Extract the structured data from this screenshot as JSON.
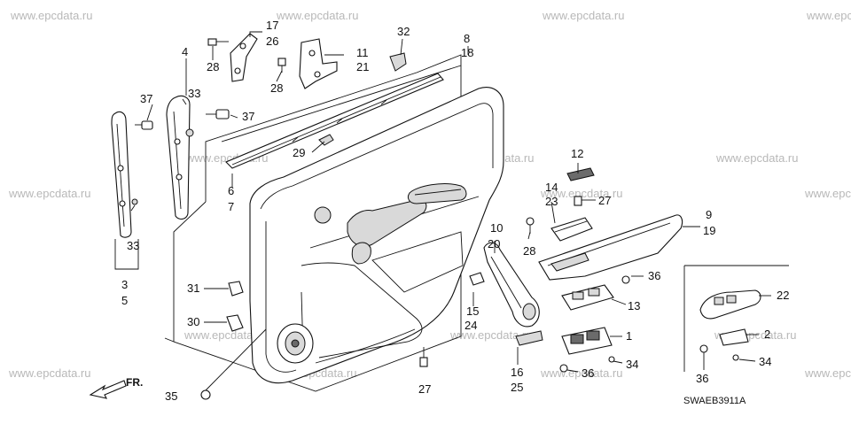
{
  "watermark": "www.epcdata.ru",
  "diagram_code": "SWAEB3911A",
  "direction_label": "FR.",
  "callouts": [
    {
      "id": "c1",
      "lines": [
        "17",
        "26"
      ]
    },
    {
      "id": "c2",
      "lines": [
        "28"
      ]
    },
    {
      "id": "c3",
      "lines": [
        "4"
      ]
    },
    {
      "id": "c4",
      "lines": [
        "33"
      ]
    },
    {
      "id": "c5",
      "lines": [
        "37"
      ]
    },
    {
      "id": "c6",
      "lines": [
        "37"
      ]
    },
    {
      "id": "c7",
      "lines": [
        "28"
      ]
    },
    {
      "id": "c8",
      "lines": [
        "11",
        "21"
      ]
    },
    {
      "id": "c9",
      "lines": [
        "32"
      ]
    },
    {
      "id": "c10",
      "lines": [
        "8",
        "18"
      ]
    },
    {
      "id": "c11",
      "lines": [
        "29"
      ]
    },
    {
      "id": "c12",
      "lines": [
        "6",
        "7"
      ]
    },
    {
      "id": "c13",
      "lines": [
        "33"
      ]
    },
    {
      "id": "c14",
      "lines": [
        "3",
        "5"
      ]
    },
    {
      "id": "c15",
      "lines": [
        "31"
      ]
    },
    {
      "id": "c16",
      "lines": [
        "30"
      ]
    },
    {
      "id": "c17",
      "lines": [
        "35"
      ]
    },
    {
      "id": "c18",
      "lines": [
        "27"
      ]
    },
    {
      "id": "c19",
      "lines": [
        "10",
        "20"
      ]
    },
    {
      "id": "c20",
      "lines": [
        "15",
        "24"
      ]
    },
    {
      "id": "c21",
      "lines": [
        "16",
        "25"
      ]
    },
    {
      "id": "c22",
      "lines": [
        "12"
      ]
    },
    {
      "id": "c23",
      "lines": [
        "14",
        "23"
      ]
    },
    {
      "id": "c24",
      "lines": [
        "27"
      ]
    },
    {
      "id": "c25",
      "lines": [
        "28"
      ]
    },
    {
      "id": "c26",
      "lines": [
        "9",
        "19"
      ]
    },
    {
      "id": "c27",
      "lines": [
        "36"
      ]
    },
    {
      "id": "c28",
      "lines": [
        "13"
      ]
    },
    {
      "id": "c29",
      "lines": [
        "1"
      ]
    },
    {
      "id": "c30",
      "lines": [
        "34"
      ]
    },
    {
      "id": "c31",
      "lines": [
        "36"
      ]
    },
    {
      "id": "c32",
      "lines": [
        "22"
      ]
    },
    {
      "id": "c33",
      "lines": [
        "2"
      ]
    },
    {
      "id": "c34",
      "lines": [
        "34"
      ]
    },
    {
      "id": "c35",
      "lines": [
        "36"
      ]
    }
  ]
}
